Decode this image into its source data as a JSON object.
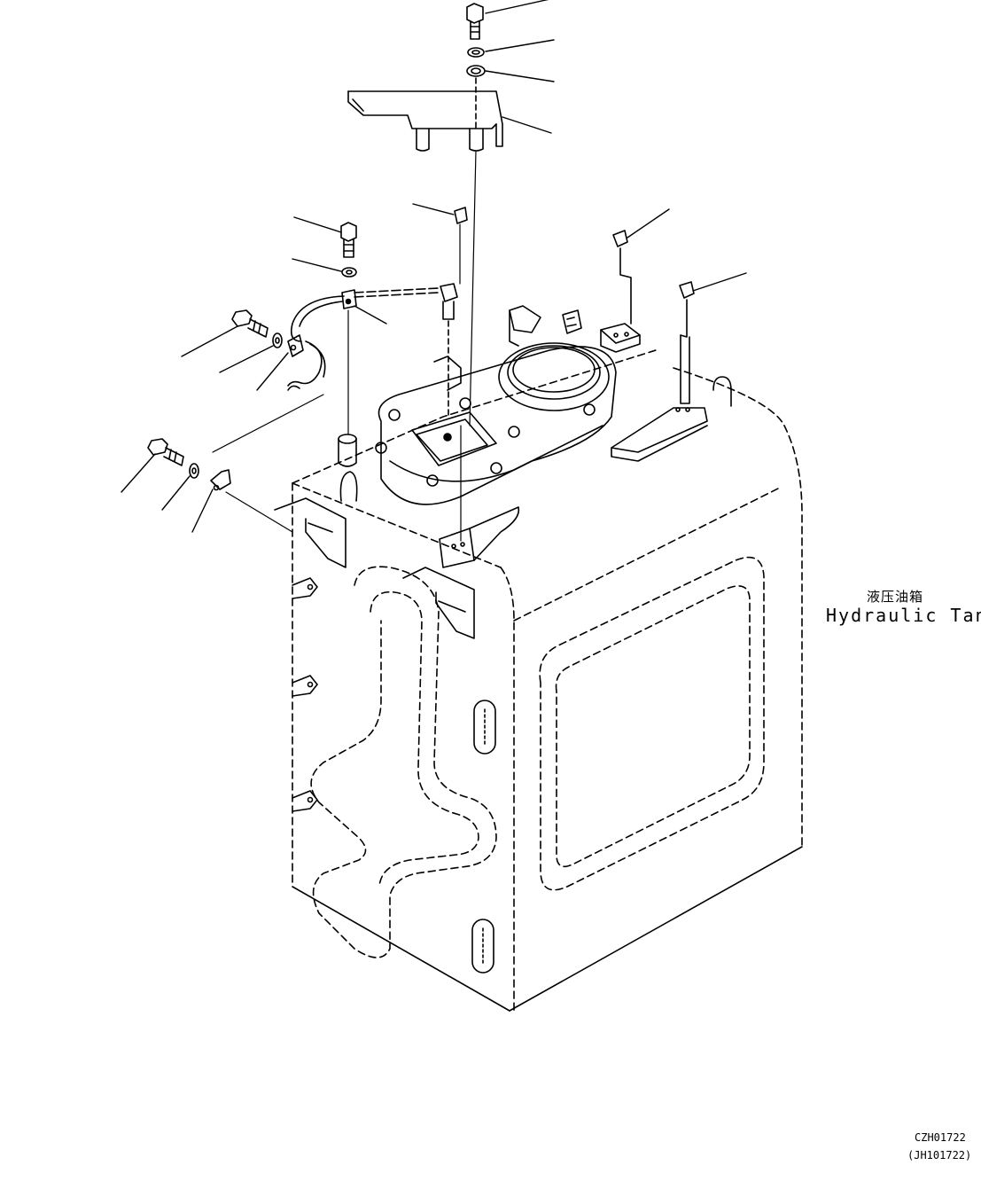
{
  "diagram": {
    "title_jp": "液压油箱",
    "title_en": "Hydraulic Tank",
    "drawing_code": "CZH01722",
    "alt_code": "(JH101722)"
  },
  "colors": {
    "line": "#000000",
    "background": "#ffffff"
  }
}
